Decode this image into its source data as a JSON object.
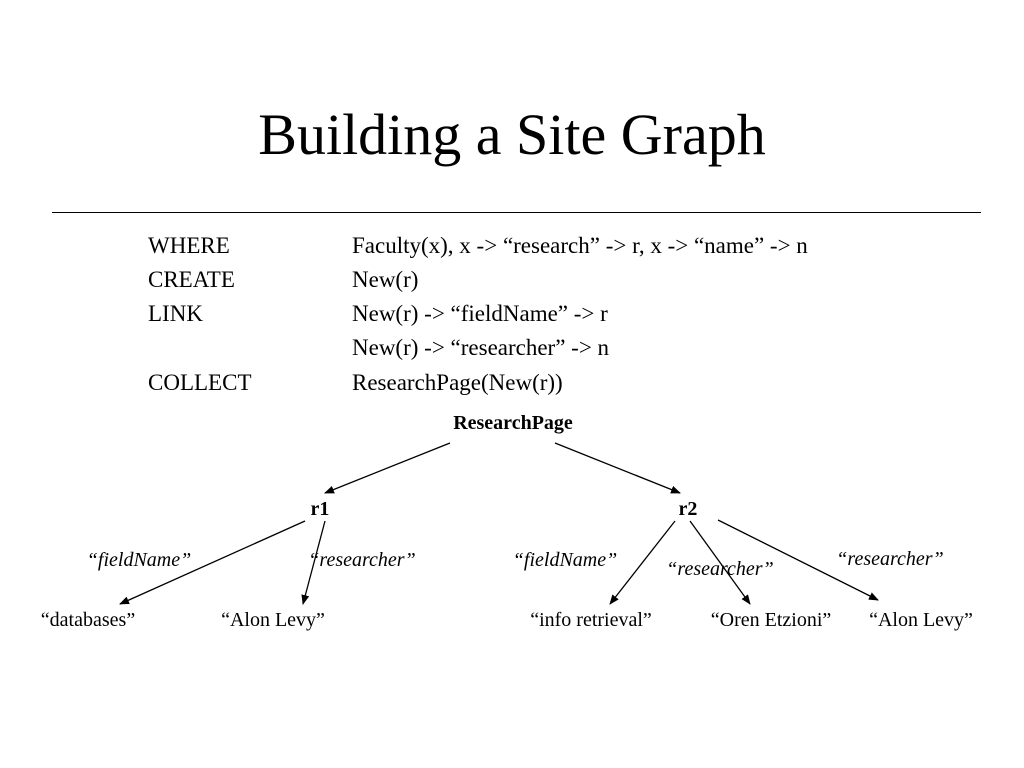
{
  "slide": {
    "title": "Building a Site Graph"
  },
  "query": {
    "rows": [
      {
        "keyword": "WHERE",
        "expression": "Faculty(x), x -> “research” -> r, x -> “name” -> n"
      },
      {
        "keyword": "CREATE",
        "expression": "New(r)"
      },
      {
        "keyword": "LINK",
        "expression": "New(r) -> “fieldName” -> r"
      },
      {
        "keyword": "",
        "expression": "New(r) -> “researcher” -> n"
      },
      {
        "keyword": "COLLECT",
        "expression": "ResearchPage(New(r))"
      }
    ]
  },
  "graph": {
    "nodes": {
      "root": "ResearchPage",
      "r1": "r1",
      "r2": "r2",
      "leaf_databases": "“databases”",
      "leaf_alon_levy_1": "“Alon Levy”",
      "leaf_info_retrieval": "“info retrieval”",
      "leaf_oren_etzioni": "“Oren Etzioni”",
      "leaf_alon_levy_2": "“Alon Levy”"
    },
    "edge_labels": {
      "r1_fieldname": "“fieldName”",
      "r1_researcher": "“researcher”",
      "r2_fieldname": "“fieldName”",
      "r2_researcher_1": "“researcher”",
      "r2_researcher_2": "“researcher”"
    }
  }
}
